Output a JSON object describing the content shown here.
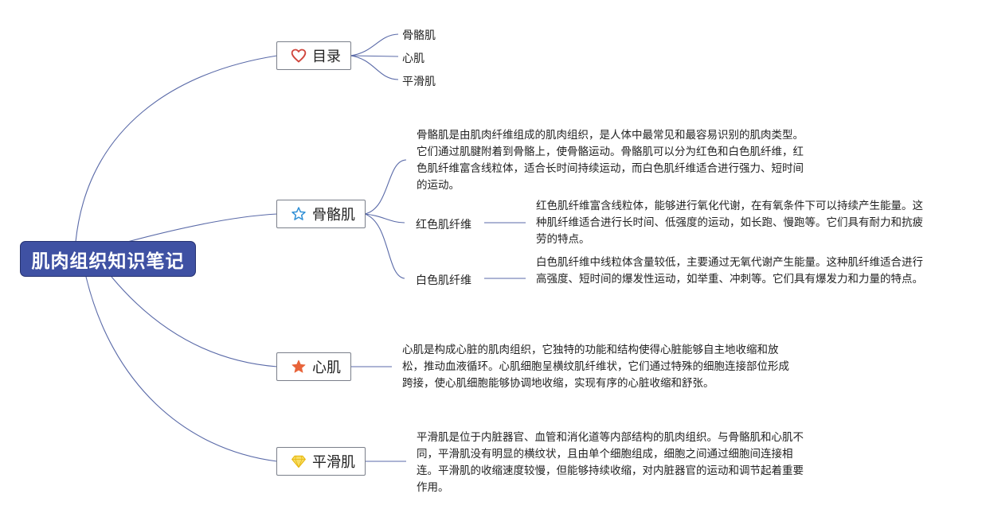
{
  "root": {
    "label": "肌肉组织知识笔记"
  },
  "branches": {
    "toc": {
      "label": "目录",
      "icon": "heart-outline-icon",
      "items": [
        "骨骼肌",
        "心肌",
        "平滑肌"
      ]
    },
    "skeletal": {
      "label": "骨骼肌",
      "icon": "star-outline-icon",
      "description": "骨骼肌是由肌肉纤维组成的肌肉组织，是人体中最常见和最容易识别的肌肉类型。它们通过肌腱附着到骨骼上，使骨骼运动。骨骼肌可以分为红色和白色肌纤维，红色肌纤维富含线粒体，适合长时间持续运动，而白色肌纤维适合进行强力、短时间的运动。",
      "red_fiber": {
        "label": "红色肌纤维",
        "description": "红色肌纤维富含线粒体，能够进行氧化代谢，在有氧条件下可以持续产生能量。这种肌纤维适合进行长时间、低强度的运动，如长跑、慢跑等。它们具有耐力和抗疲劳的特点。"
      },
      "white_fiber": {
        "label": "白色肌纤维",
        "description": "白色肌纤维中线粒体含量较低，主要通过无氧代谢产生能量。这种肌纤维适合进行高强度、短时间的爆发性运动，如举重、冲刺等。它们具有爆发力和力量的特点。"
      }
    },
    "cardiac": {
      "label": "心肌",
      "icon": "star-filled-icon",
      "description": "心肌是构成心脏的肌肉组织，它独特的功能和结构使得心脏能够自主地收缩和放松，推动血液循环。心肌细胞呈横纹肌纤维状，它们通过特殊的细胞连接部位形成跨接，使心肌细胞能够协调地收缩，实现有序的心脏收缩和舒张。"
    },
    "smooth": {
      "label": "平滑肌",
      "icon": "diamond-icon",
      "description": "平滑肌是位于内脏器官、血管和消化道等内部结构的肌肉组织。与骨骼肌和心肌不同，平滑肌没有明显的横纹状，且由单个细胞组成，细胞之间通过细胞间连接相连。平滑肌的收缩速度较慢，但能够持续收缩，对内脏器官的运动和调节起着重要作用。"
    }
  },
  "colors": {
    "root_fill": "#3f51a3",
    "line": "#5a6aa8",
    "heart": "#d0453c",
    "star_outline": "#2f8fd6",
    "star_filled": "#e8643a",
    "diamond": "#f2c21a"
  }
}
